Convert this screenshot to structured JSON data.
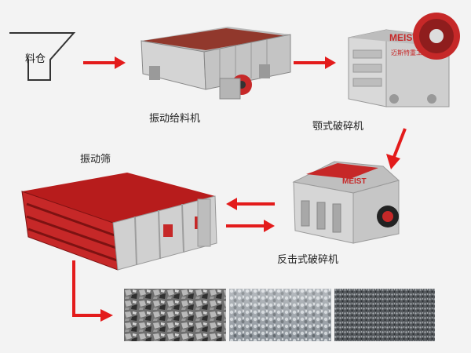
{
  "hopper": {
    "label": "料仓"
  },
  "stages": {
    "vibrating_feeder": "振动给料机",
    "jaw_crusher": "颚式破碎机",
    "impact_crusher": "反击式破碎机",
    "vibrating_screen": "振动筛"
  },
  "branding": {
    "logo": "MEIST",
    "jaw_plate": "迈斯特重工"
  },
  "colors": {
    "arrow": "#e31b1b",
    "machine_grey": "#cfcfcf",
    "machine_red": "#c62828",
    "screen_red": "#b71c1c"
  }
}
